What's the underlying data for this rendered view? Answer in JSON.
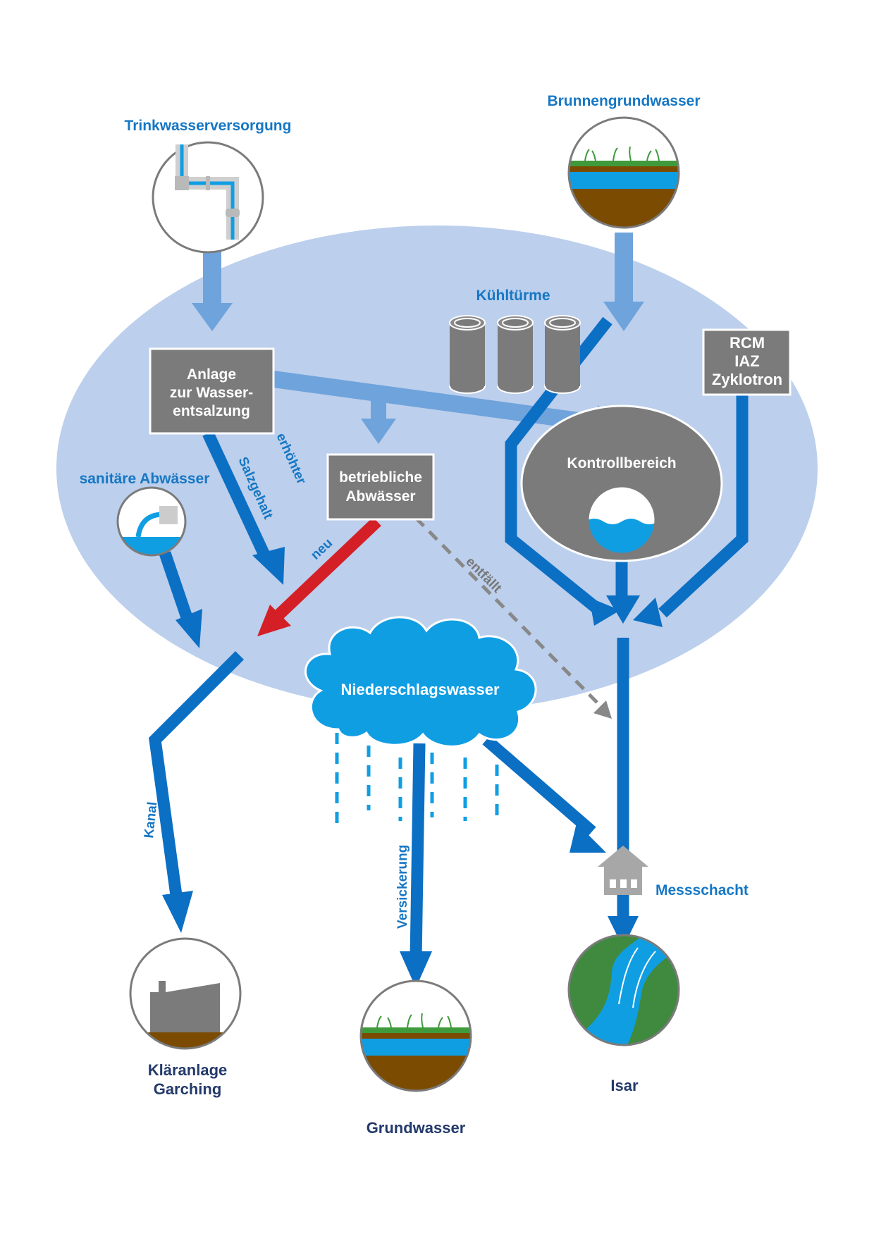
{
  "sources": {
    "trinkwasser": "Trinkwasserversorgung",
    "brunnen": "Brunnengrundwasser"
  },
  "facilities": {
    "kuehltuerme": "Kühltürme",
    "entsalzung": [
      "Anlage",
      "zur Wasser-",
      "entsalzung"
    ],
    "betrieblich": [
      "betriebliche",
      "Abwässer"
    ],
    "rcm": [
      "RCM",
      "IAZ",
      "Zyklotron"
    ],
    "kontrollbereich": "Kontrollbereich",
    "sanitaer": "sanitäre Abwässer",
    "niederschlag": "Niederschlagswasser",
    "messschacht": "Messschacht"
  },
  "flow_labels": {
    "erhoehter": "erhöhter",
    "salzgehalt": "Salzgehalt",
    "neu": "neu",
    "entfaellt": "entfällt",
    "kanal": "Kanal",
    "versickerung": "Versickerung"
  },
  "destinations": {
    "klaeranlage": [
      "Kläranlage",
      "Garching"
    ],
    "grundwasser": "Grundwasser",
    "isar": "Isar"
  },
  "colors": {
    "ellipse": "#bccfec",
    "flow_light": "#6fa3dc",
    "flow_dark": "#0b6fc4",
    "flow_new": "#d41f26",
    "box": "#7b7b7b",
    "cloud": "#109ee3",
    "label_blue": "#1677c4",
    "label_navy": "#233a6b"
  }
}
